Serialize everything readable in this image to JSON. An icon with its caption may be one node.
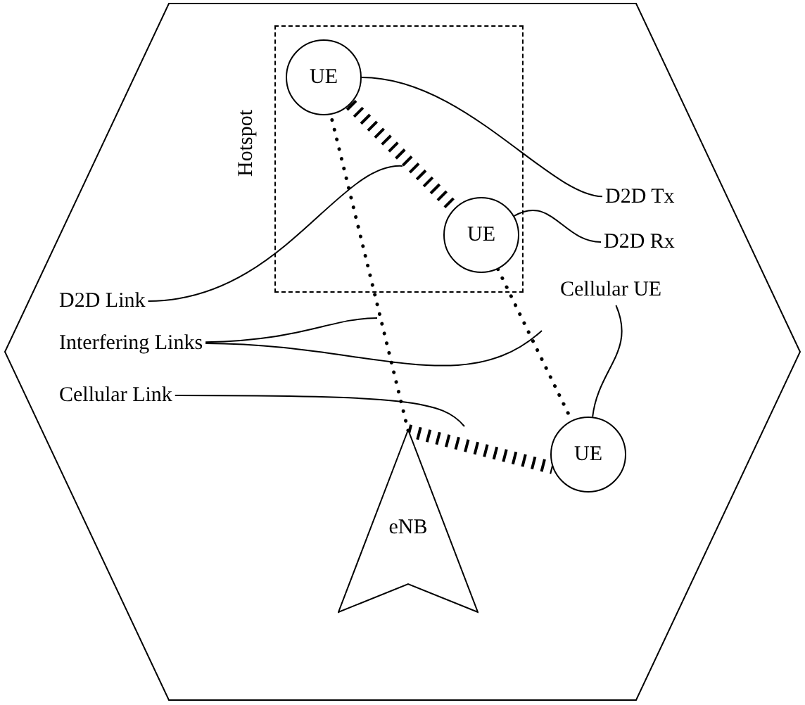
{
  "diagram": {
    "nodes": [
      {
        "text": [],
        "shape": "hexagon"
      },
      {
        "text": [
          "Hotspot"
        ],
        "in": 0
      },
      {
        "text": [
          "UE"
        ],
        "in": 1
      },
      {
        "text": [
          "UE"
        ],
        "in": 1
      },
      {
        "text": [
          "UE"
        ],
        "in": 0
      },
      {
        "text": [
          "eNB"
        ],
        "in": 0
      },
      {
        "text": [
          "D2D Tx"
        ],
        "in": 0
      },
      {
        "text": [
          "D2D Rx"
        ],
        "in": 0
      },
      {
        "text": [
          "Cellular UE"
        ],
        "in": 0
      },
      {
        "text": [
          "D2D Link"
        ],
        "in": 0
      },
      {
        "text": [
          "Interfering Links"
        ],
        "in": 0
      },
      {
        "text": [
          "Cellular Link"
        ],
        "in": 0
      }
    ],
    "edges": [
      {
        "from": 2,
        "to": 3,
        "arrow": "none",
        "style": "dashed"
      },
      {
        "from": 5,
        "to": 4,
        "arrow": "none",
        "style": "dashed"
      },
      {
        "from": 5,
        "to": 2,
        "arrow": "none",
        "style": "dashed"
      },
      {
        "from": 3,
        "to": 4,
        "arrow": "none",
        "style": "dashed"
      },
      {
        "from": 6,
        "to": 2,
        "arrow": "none"
      },
      {
        "from": 7,
        "to": 3,
        "arrow": "none"
      },
      {
        "from": 8,
        "to": 4,
        "arrow": "none"
      },
      {
        "from": 9,
        "to": null,
        "arrow": "none"
      },
      {
        "from": 10,
        "to": null,
        "arrow": "none"
      },
      {
        "from": 10,
        "to": null,
        "arrow": "none"
      },
      {
        "from": 11,
        "to": null,
        "arrow": "none"
      }
    ]
  }
}
